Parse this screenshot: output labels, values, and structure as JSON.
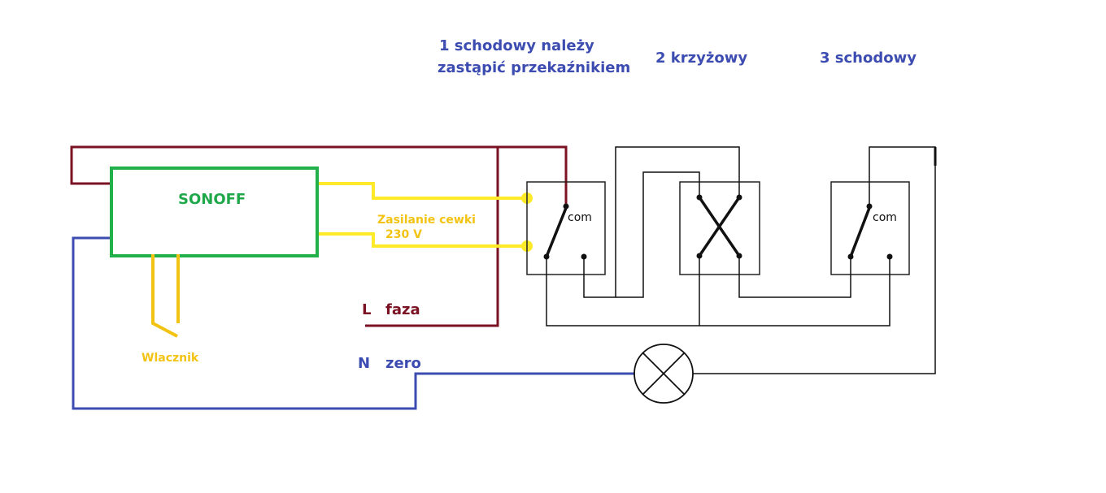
{
  "headers": {
    "switch1_line1": "1 schodowy należy",
    "switch1_line2": "zastąpić przekaźnikiem",
    "switch2": "2 krzyżowy",
    "switch3": "3 schodowy"
  },
  "sonoff": {
    "label": "SONOFF"
  },
  "coil": {
    "line1": "Zasilanie cewki",
    "line2": "230 V"
  },
  "switch_label": "Wlacznik",
  "phase": {
    "letter": "L",
    "name": "faza"
  },
  "neutral": {
    "letter": "N",
    "name": "zero"
  },
  "com_label": "com",
  "colors": {
    "phase_wire": "#7a1224",
    "neutral_wire": "#3c4cb0",
    "coil_wire": "#ffea2a",
    "sonoff_box": "#22b04a",
    "switch_contact": "#f2c313",
    "circuit": "#111111",
    "header_text": "#3c4cb0"
  },
  "icons": {
    "lamp": "lamp-cross-symbol"
  }
}
